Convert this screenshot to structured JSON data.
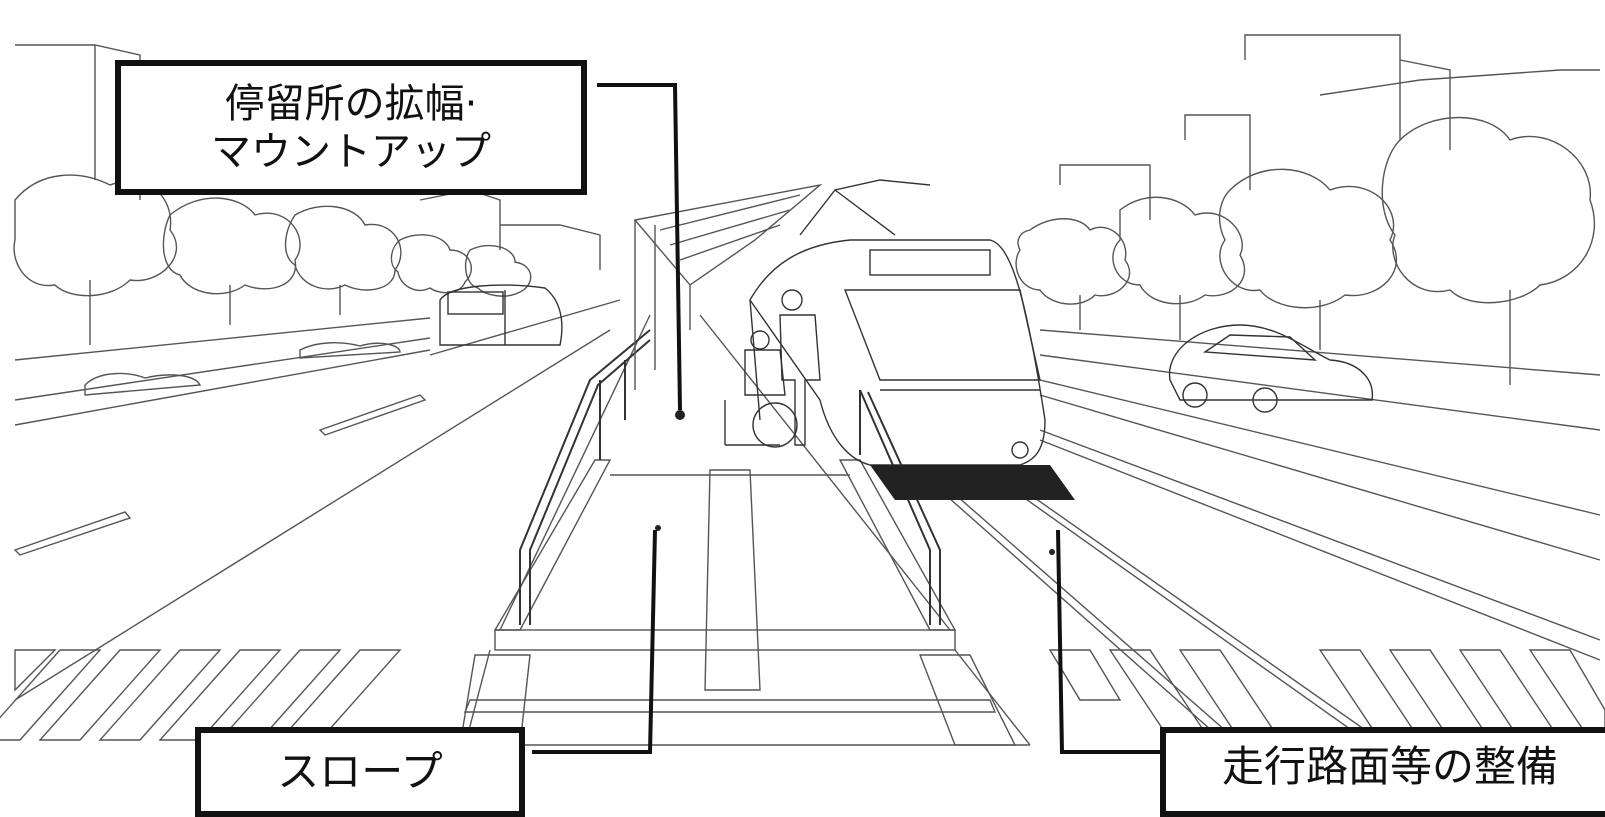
{
  "labels": {
    "stop": {
      "line1": "停留所の拡幅·",
      "line2": "マウントアップ"
    },
    "slope": "スロープ",
    "road": "走行路面等の整備"
  }
}
